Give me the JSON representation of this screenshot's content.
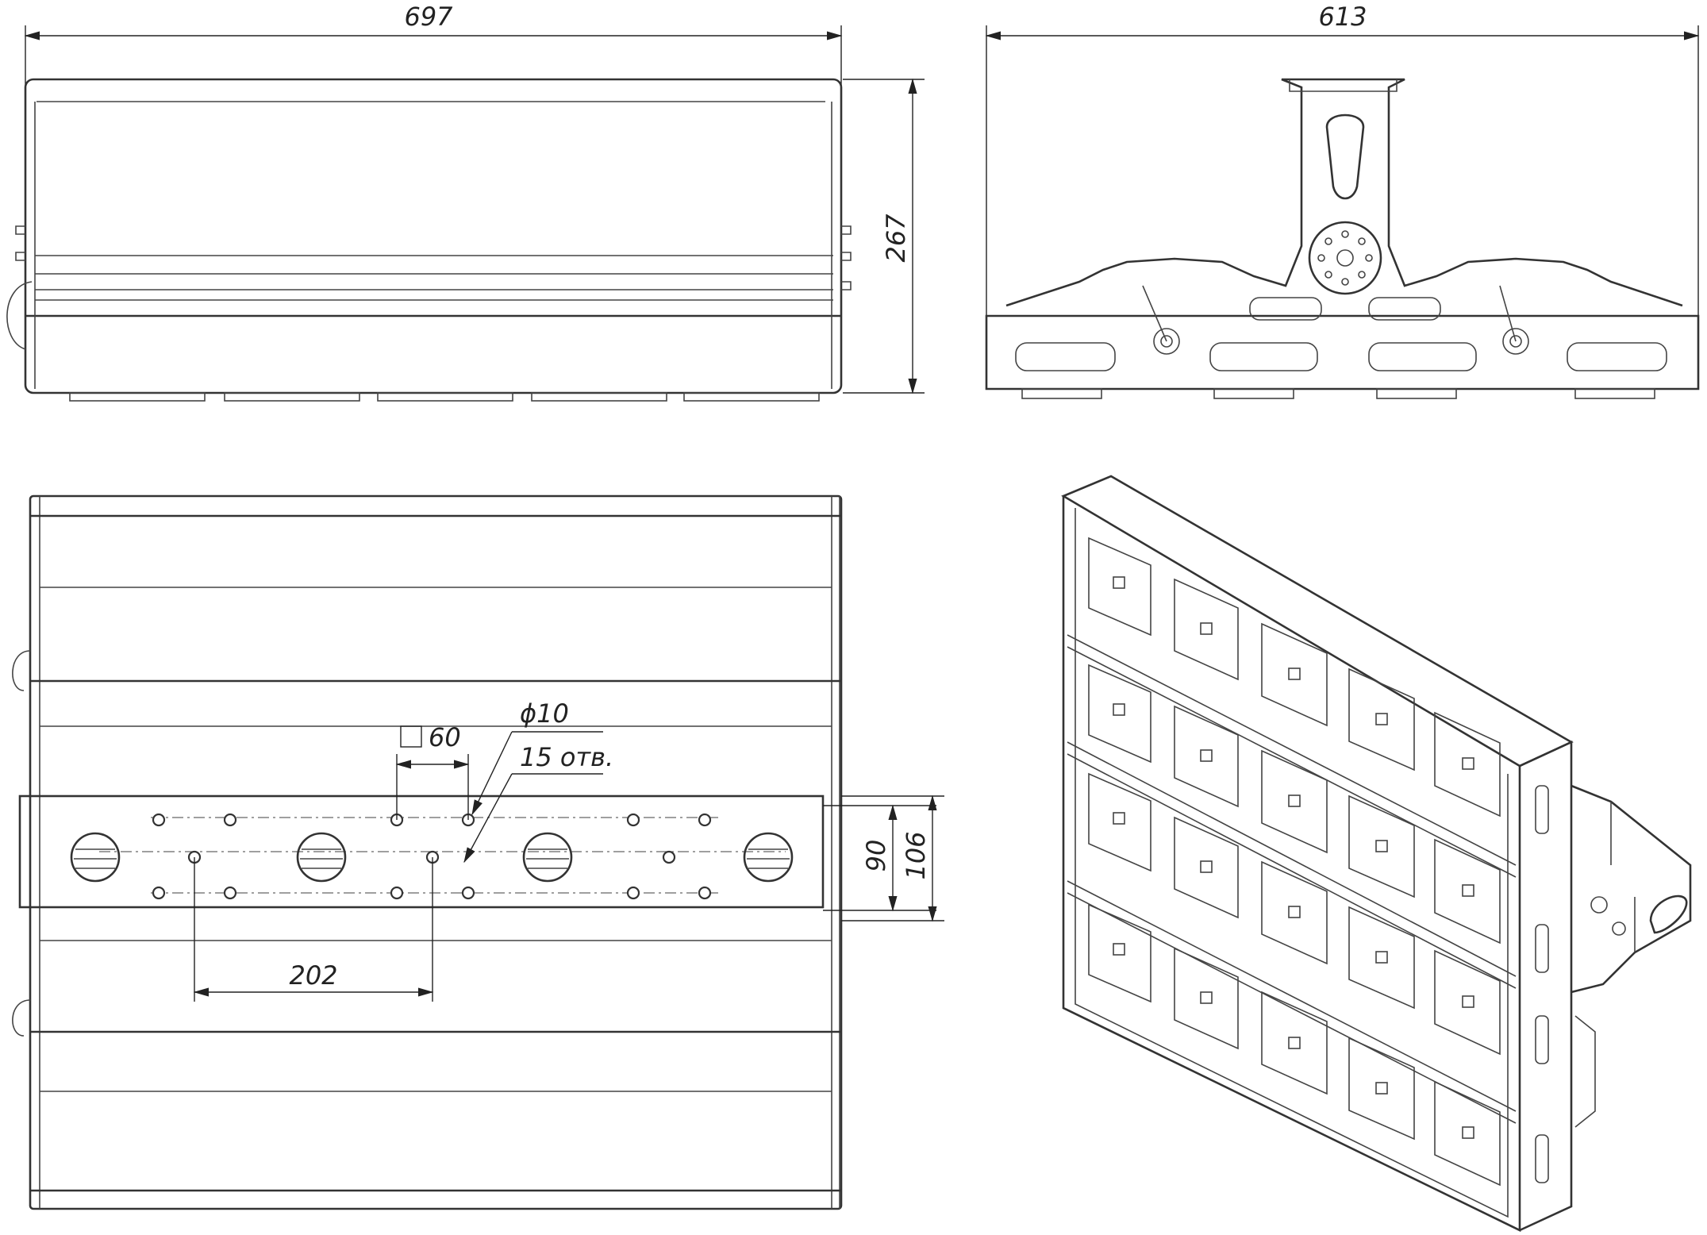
{
  "drawing": {
    "dimensions": {
      "width_front": "697",
      "width_side": "613",
      "height": "267",
      "square": "60",
      "hole_diameter": "ϕ10",
      "holes_count": "15 отв.",
      "spacing_90": "90",
      "spacing_106": "106",
      "hole_spacing_202": "202"
    }
  }
}
